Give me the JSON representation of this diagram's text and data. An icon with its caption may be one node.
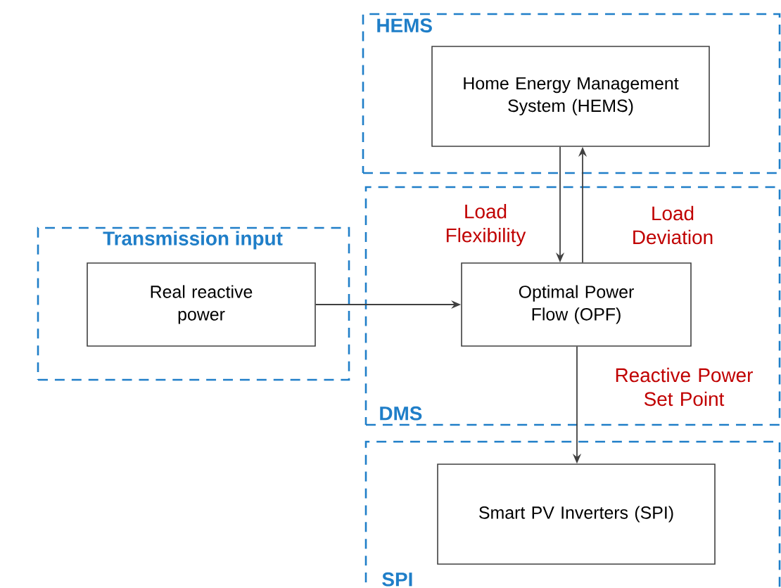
{
  "diagram": {
    "nodes": [
      {
        "text": [
          "HEMS"
        ]
      },
      {
        "text": [
          "Home Energy Management System (HEMS)"
        ],
        "in": 0
      },
      {
        "text": [
          "Transmission input"
        ]
      },
      {
        "text": [
          "Real reactive power"
        ],
        "in": 2
      },
      {
        "text": [
          "DMS"
        ]
      },
      {
        "text": [
          "Optimal Power Flow (OPF)"
        ],
        "in": 4
      },
      {
        "text": [
          "SPI"
        ]
      },
      {
        "text": [
          "Smart PV Inverters (SPI)"
        ],
        "in": 6
      }
    ],
    "edges": [
      {
        "from": 3,
        "to": 5,
        "arrow": "to"
      },
      {
        "from": 1,
        "to": 5,
        "arrow": "to",
        "label": "Load Flexibility"
      },
      {
        "from": 5,
        "to": 1,
        "arrow": "to",
        "label": "Load Deviation"
      },
      {
        "from": 5,
        "to": 7,
        "arrow": "to",
        "label": "Reactive Power Set Point"
      }
    ]
  }
}
